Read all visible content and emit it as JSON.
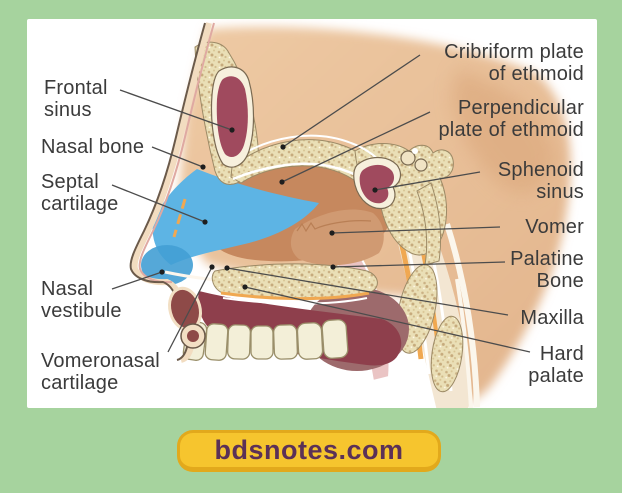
{
  "colors": {
    "background_green": "#a6d39e",
    "card_white": "#ffffff",
    "label_text": "#3b3b3b",
    "leader_line": "#4c4c4c",
    "watermark_bg": "#f6c52e",
    "watermark_border": "#e2a91c",
    "watermark_text": "#5b3157",
    "septal_cartilage_blue": "#5db4e4",
    "vestibule_blue": "#429fd4",
    "sinus_maroon": "#a04a5e",
    "bone_cream": "#eadfb6",
    "cavity_orange": "#c6885e",
    "vomer_salmon": "#d09a72",
    "oral_red": "#8e3f4c",
    "skin_peach": "#eac5a0",
    "teeth_cream": "#f3efd8"
  },
  "watermark": {
    "label": "bdsnotes.com"
  },
  "diagram": {
    "left_labels": [
      {
        "name": "frontal-sinus",
        "lines": [
          "Frontal",
          "sinus"
        ]
      },
      {
        "name": "nasal-bone",
        "lines": [
          "Nasal bone"
        ]
      },
      {
        "name": "septal-cartilage",
        "lines": [
          "Septal",
          "cartilage"
        ]
      },
      {
        "name": "nasal-vestibule",
        "lines": [
          "Nasal",
          "vestibule"
        ]
      },
      {
        "name": "vomeronasal-cartilage",
        "lines": [
          "Vomeronasal",
          "cartilage"
        ]
      }
    ],
    "right_labels": [
      {
        "name": "cribriform-plate",
        "lines": [
          "Cribriform plate",
          "of ethmoid"
        ]
      },
      {
        "name": "perpendicular-plate",
        "lines": [
          "Perpendicular",
          "plate of ethmoid"
        ]
      },
      {
        "name": "sphenoid-sinus",
        "lines": [
          "Sphenoid",
          "sinus"
        ]
      },
      {
        "name": "vomer",
        "lines": [
          "Vomer"
        ]
      },
      {
        "name": "palatine-bone",
        "lines": [
          "Palatine",
          "Bone"
        ]
      },
      {
        "name": "maxilla",
        "lines": [
          "Maxilla"
        ]
      },
      {
        "name": "hard-palate",
        "lines": [
          "Hard",
          "palate"
        ]
      }
    ]
  }
}
